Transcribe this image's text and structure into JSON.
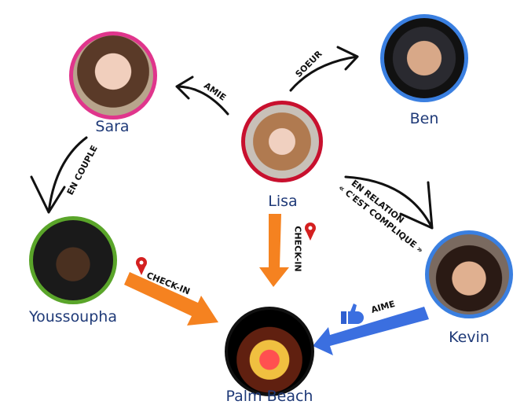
{
  "people": {
    "sara": "Sara",
    "ben": "Ben",
    "lisa": "Lisa",
    "youssoupha": "Youssoupha",
    "kevin": "Kevin",
    "place": "Palm Beach"
  },
  "relations": {
    "amie": "AMIE",
    "soeur": "SOEUR",
    "en_couple": "EN COUPLE",
    "relation_1": "EN RELATION",
    "relation_2": "« C'EST COMPLIQUE »",
    "checkin_lisa": "CHECK-IN",
    "checkin_youssoupha": "CHECK-IN",
    "aime": "AIME"
  },
  "colors": {
    "sara": "#e0358c",
    "ben": "#3a7fe0",
    "lisa": "#c8102e",
    "youssoupha": "#5aa52a",
    "kevin": "#3a7fe0",
    "place": "#111111",
    "checkin": "#f58220",
    "like": "#3b6fe0"
  }
}
